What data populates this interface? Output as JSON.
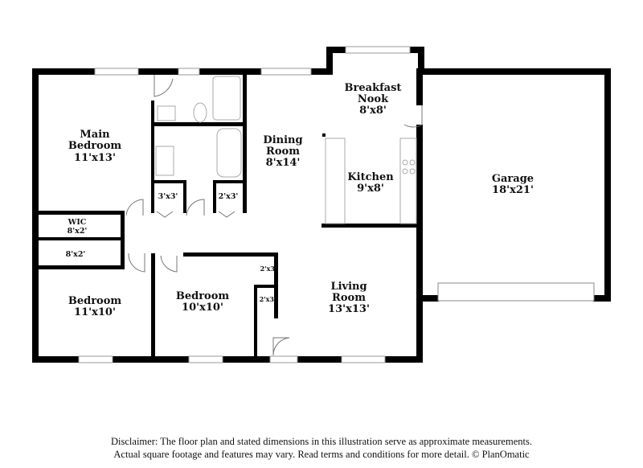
{
  "rooms": {
    "main_bedroom": {
      "name_1": "Main",
      "name_2": "Bedroom",
      "size": "11'x13'"
    },
    "dining_room": {
      "name_1": "Dining",
      "name_2": "Room",
      "size": "8'x14'"
    },
    "breakfast_nook": {
      "name_1": "Breakfast",
      "name_2": "Nook",
      "size": "8'x8'"
    },
    "kitchen": {
      "name": "Kitchen",
      "size": "9'x8'"
    },
    "garage": {
      "name": "Garage",
      "size": "18'x21'"
    },
    "wic": {
      "name": "WIC",
      "size": "8'x2'"
    },
    "closet_hall": {
      "size": "8'x2'"
    },
    "closet_3x3": {
      "size": "3'x3'"
    },
    "closet_2x3_bath": {
      "size": "2'x3'"
    },
    "closet_2x3_bed_a": {
      "size": "2'x3'"
    },
    "closet_2x3_bed_b": {
      "size": "2'x3'"
    },
    "bedroom_left": {
      "name": "Bedroom",
      "size": "11'x10'"
    },
    "bedroom_center": {
      "name": "Bedroom",
      "size": "10'x10'"
    },
    "living_room": {
      "name_1": "Living",
      "name_2": "Room",
      "size": "13'x13'"
    }
  },
  "disclaimer": {
    "line_1": "Disclaimer: The floor plan and stated dimensions in this illustration serve as approximate measurements.",
    "line_2": "Actual square footage and features may vary. Read terms and conditions for more detail. © PlanOmatic"
  }
}
